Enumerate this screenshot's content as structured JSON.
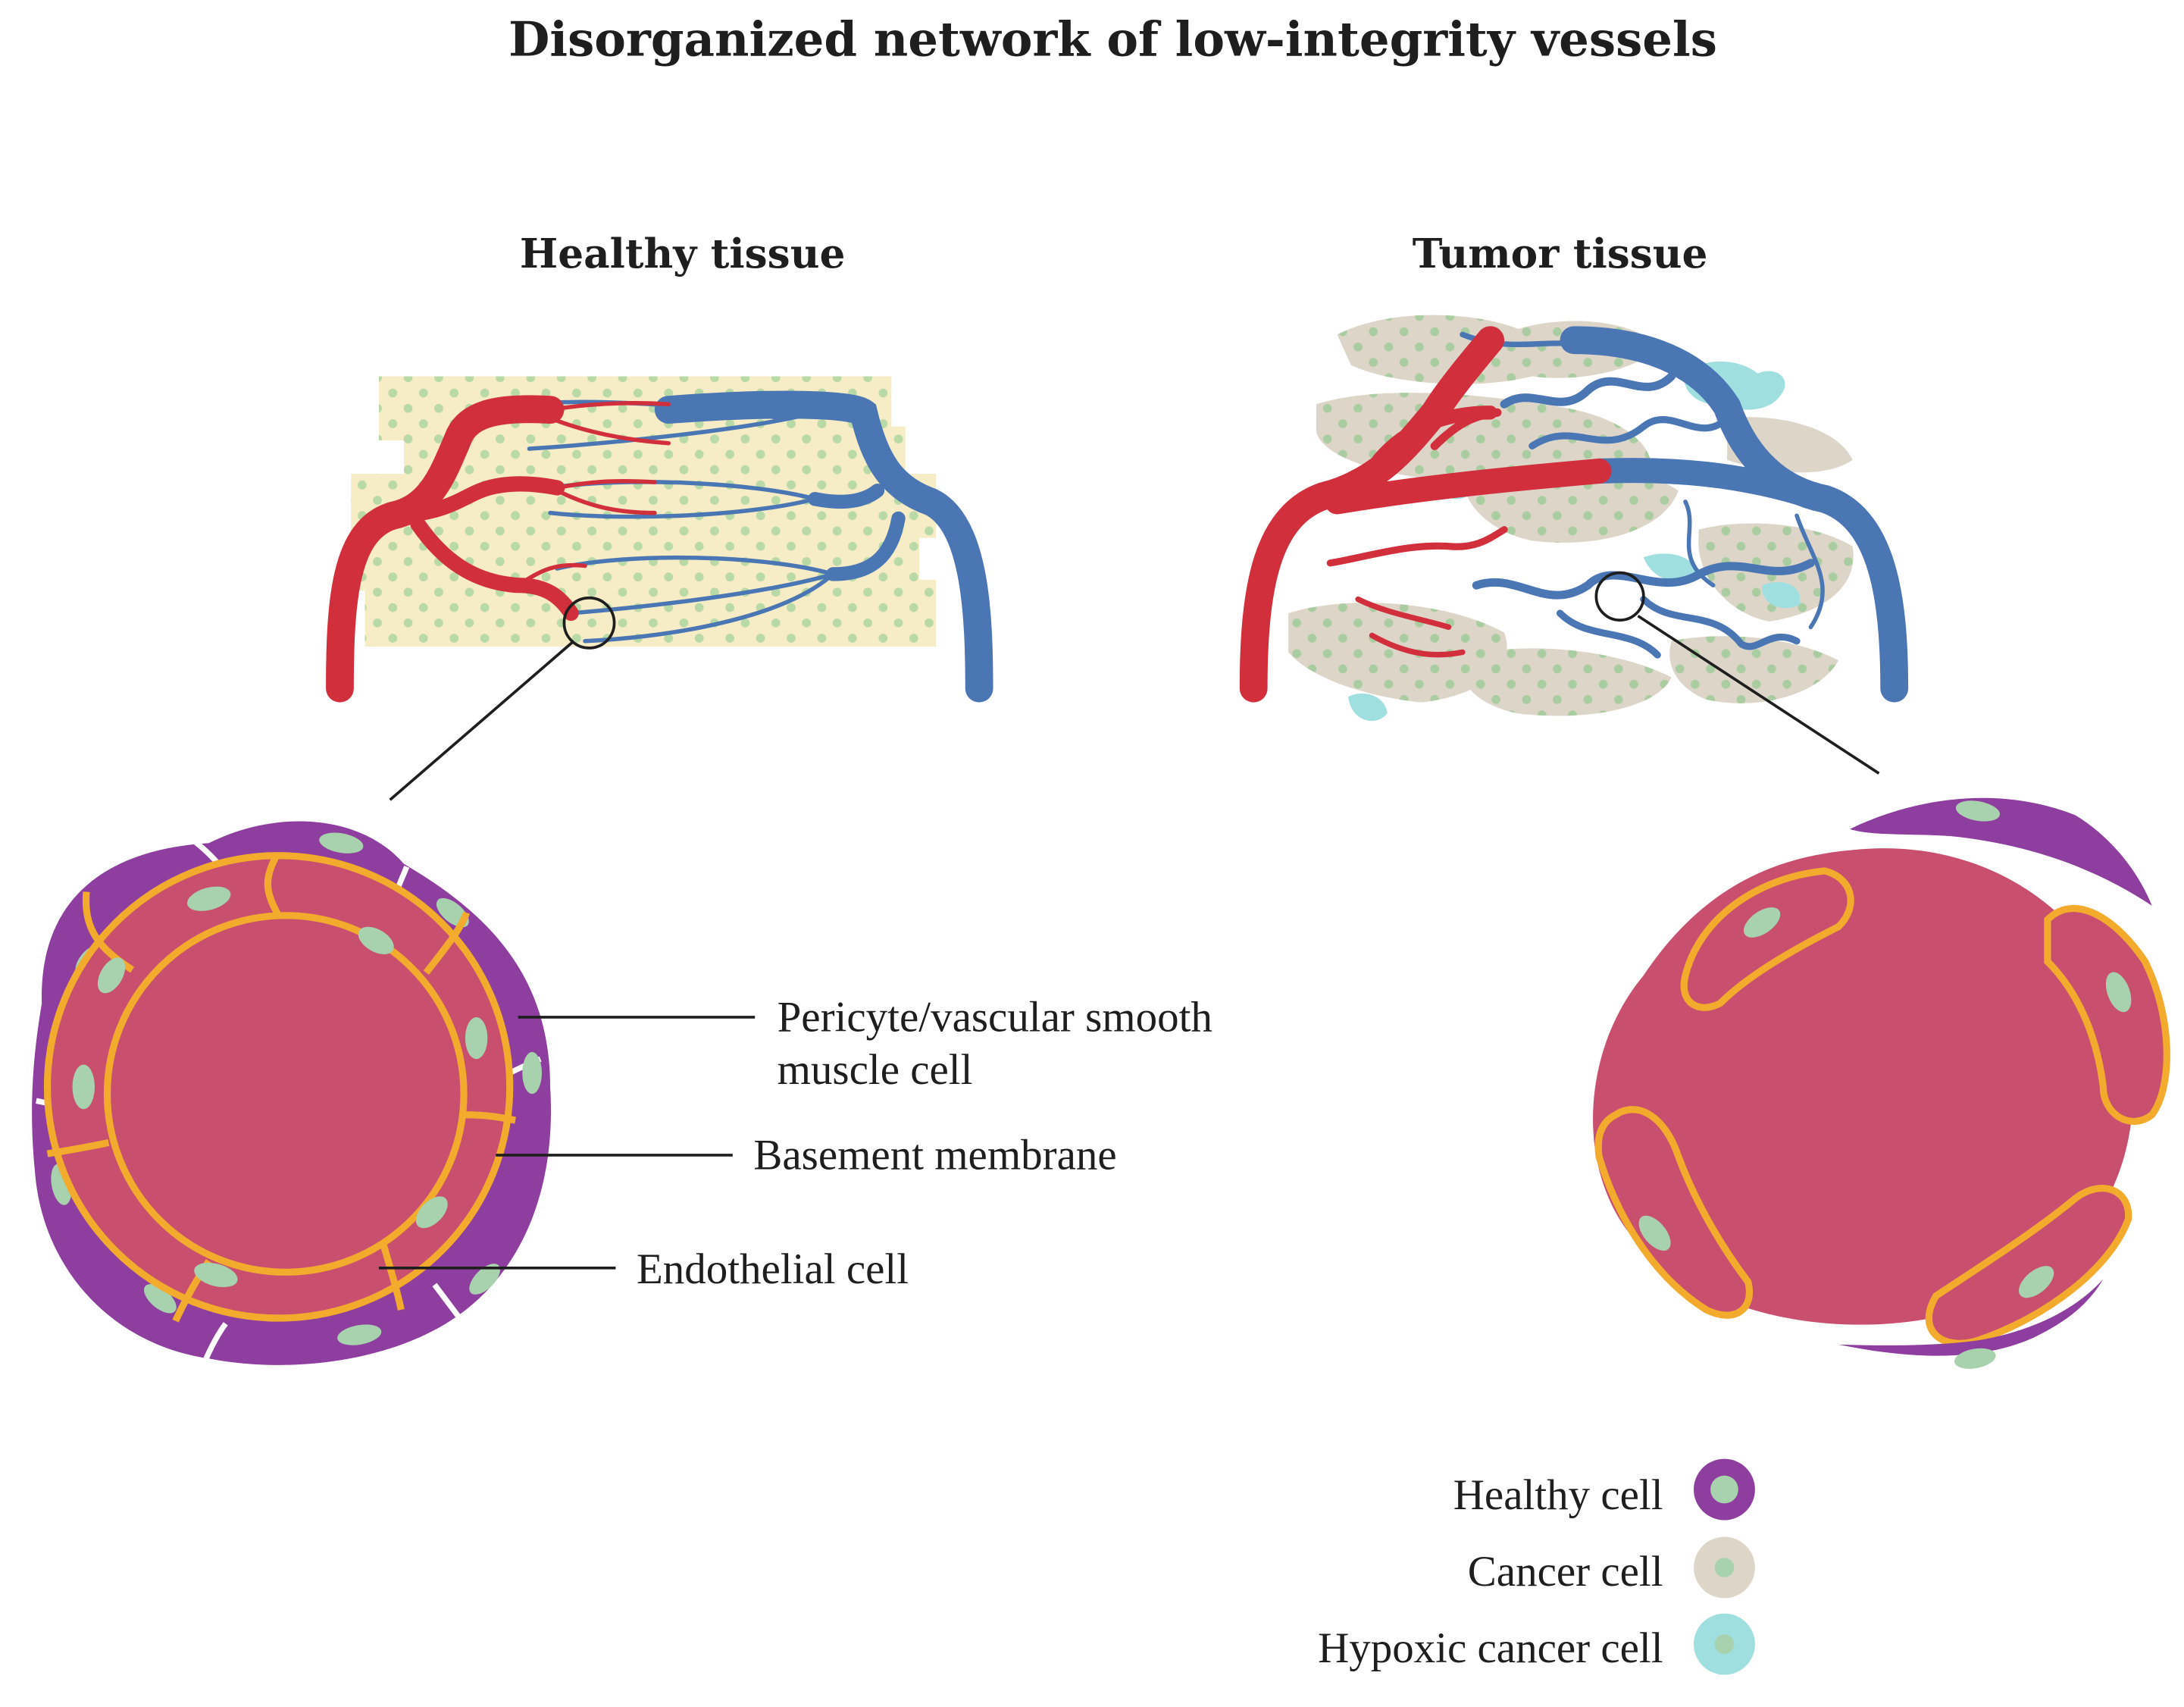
{
  "title": "Disorganized network of low-integrity vessels",
  "panels": {
    "healthy": {
      "heading": "Healthy tissue"
    },
    "tumor": {
      "heading": "Tumor tissue"
    }
  },
  "callouts": {
    "pericyte_line1": "Pericyte/vascular smooth",
    "pericyte_line2": "muscle cell",
    "basement": "Basement membrane",
    "endothelial": "Endothelial cell"
  },
  "legend": {
    "healthy_cell": "Healthy cell",
    "cancer_cell": "Cancer cell",
    "hypoxic_cell": "Hypoxic cancer cell"
  },
  "colors": {
    "artery": "#d22f3c",
    "vein": "#4a76b4",
    "healthy_tissue": "#f6ecc6",
    "cancer_tissue": "#ddd6c8",
    "hypoxic": "#9fdfe0",
    "nucleus": "#a8d2ae",
    "pericyte": "#8e3e9e",
    "lumen": "#c8506e",
    "basement_membrane": "#f2ab2d"
  }
}
